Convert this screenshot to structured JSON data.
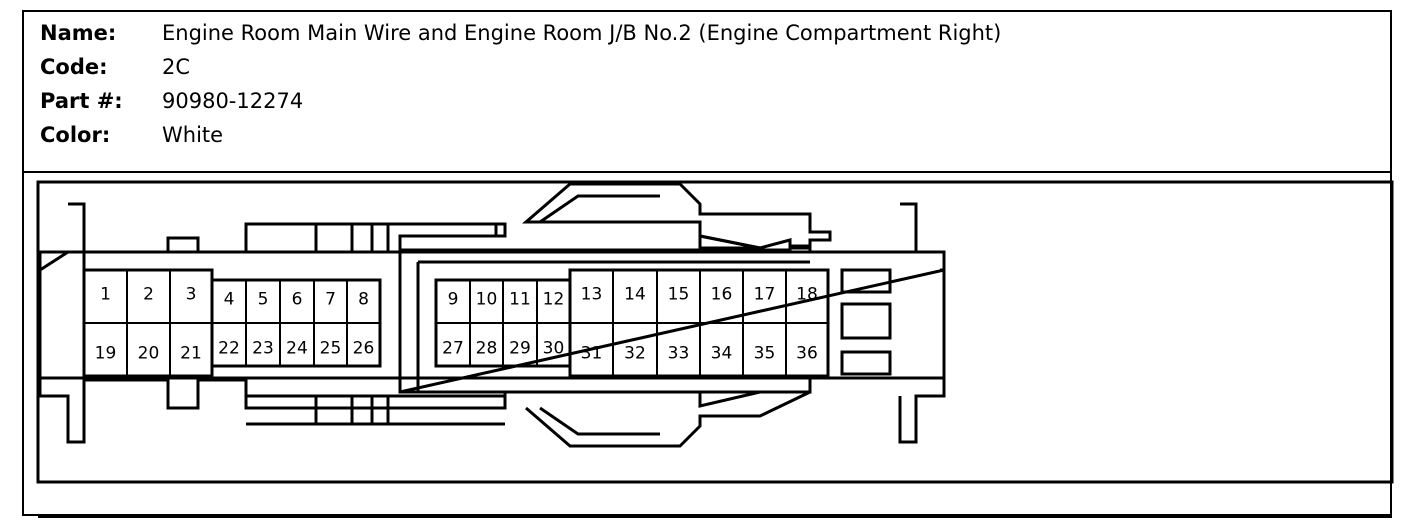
{
  "connector": {
    "fields": [
      {
        "label": "Name:",
        "value": "Engine Room Main Wire and Engine Room J/B No.2 (Engine Compartment Right)"
      },
      {
        "label": "Code:",
        "value": "2C"
      },
      {
        "label": "Part #:",
        "value": "90980-12274"
      },
      {
        "label": "Color:",
        "value": "White"
      }
    ]
  },
  "pins": [
    "1",
    "2",
    "3",
    "4",
    "5",
    "6",
    "7",
    "8",
    "9",
    "10",
    "11",
    "12",
    "13",
    "14",
    "15",
    "16",
    "17",
    "18",
    "19",
    "20",
    "21",
    "22",
    "23",
    "24",
    "25",
    "26",
    "27",
    "28",
    "29",
    "30",
    "31",
    "32",
    "33",
    "34",
    "35",
    "36"
  ]
}
